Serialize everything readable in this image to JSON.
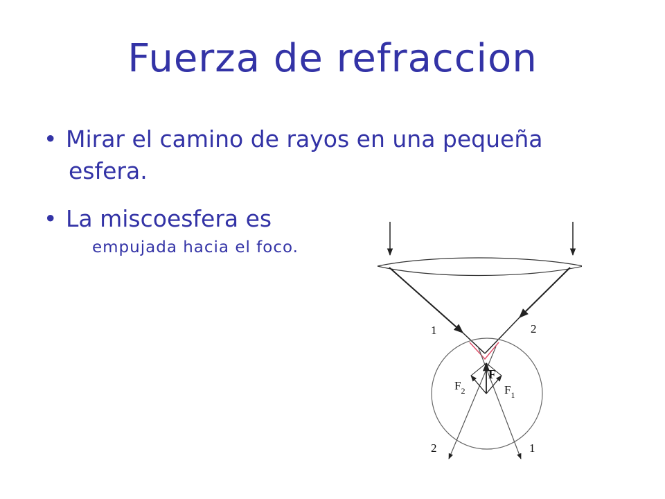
{
  "slide": {
    "title": "Fuerza de refraccion",
    "bullets": [
      {
        "marker": "•",
        "line1": "Mirar el camino de rayos en una pequeña",
        "line2": "esfera."
      },
      {
        "marker": "•",
        "line1": "La miscoesfera es",
        "line2": "empujada hacia el foco."
      }
    ]
  },
  "diagram": {
    "ray_labels_top": [
      "1",
      "2"
    ],
    "ray_labels_bottom": [
      "2",
      "1"
    ],
    "force_label": "F",
    "force_1": {
      "base": "F",
      "sub": "1"
    },
    "force_2": {
      "base": "F",
      "sub": "2"
    },
    "colors": {
      "text": "#3333a6",
      "focus_mark": "#e0506a",
      "lines": "#222222"
    }
  }
}
